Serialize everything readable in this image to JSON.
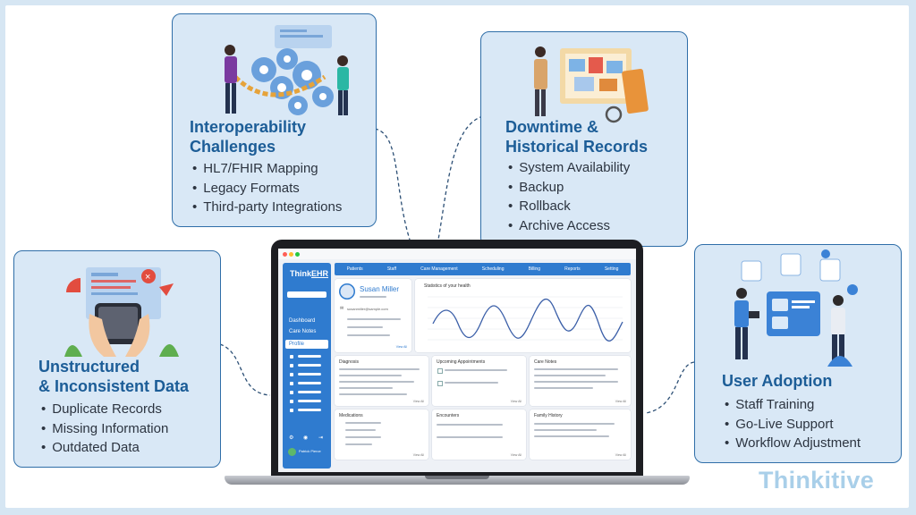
{
  "cards": {
    "interoperability": {
      "title_line1": "Interoperability",
      "title_line2": "Challenges",
      "items": [
        "HL7/FHIR Mapping",
        "Legacy Formats",
        "Third-party Integrations"
      ]
    },
    "downtime": {
      "title_line1": "Downtime &",
      "title_line2": "Historical Records",
      "items": [
        "System Availability",
        "Backup",
        "Rollback",
        "Archive Access"
      ]
    },
    "unstructured": {
      "title_line1": "Unstructured",
      "title_line2": "& Inconsistent Data",
      "items": [
        "Duplicate Records",
        "Missing Information",
        "Outdated Data"
      ]
    },
    "adoption": {
      "title_line1": "User Adoption",
      "items": [
        "Staff Training",
        "Go-Live Support",
        "Workflow Adjustment"
      ]
    }
  },
  "ehr": {
    "logo_prefix": "Think",
    "logo_suffix": "EHR",
    "sidebar": [
      "Dashboard",
      "Care Notes",
      "Profile"
    ],
    "nav": [
      "Patients",
      "Staff",
      "Care Management",
      "Scheduling",
      "Billing",
      "Reports",
      "Setting"
    ],
    "patient_name": "Susan Miller",
    "patient_email": "susanmiller@sample.com",
    "stats_title": "Statistics of your health",
    "panels": [
      "Diagnosis",
      "Upcoming Appointments",
      "Care Notes",
      "Medications",
      "Encounters",
      "Family History"
    ],
    "view_all": "View All",
    "user_name": "Patrick Pierce"
  },
  "brand": "Thinkitive",
  "colors": {
    "accent": "#1c5d97",
    "card_bg": "#d9e8f6",
    "card_border": "#2f6ea8",
    "ehr_blue": "#2f7bcf",
    "brand_light": "#a9cfe9"
  },
  "illustrations": [
    "gears-chain-people-illustration",
    "documents-board-illustration",
    "phone-data-errors-illustration",
    "team-training-dashboard-illustration"
  ]
}
